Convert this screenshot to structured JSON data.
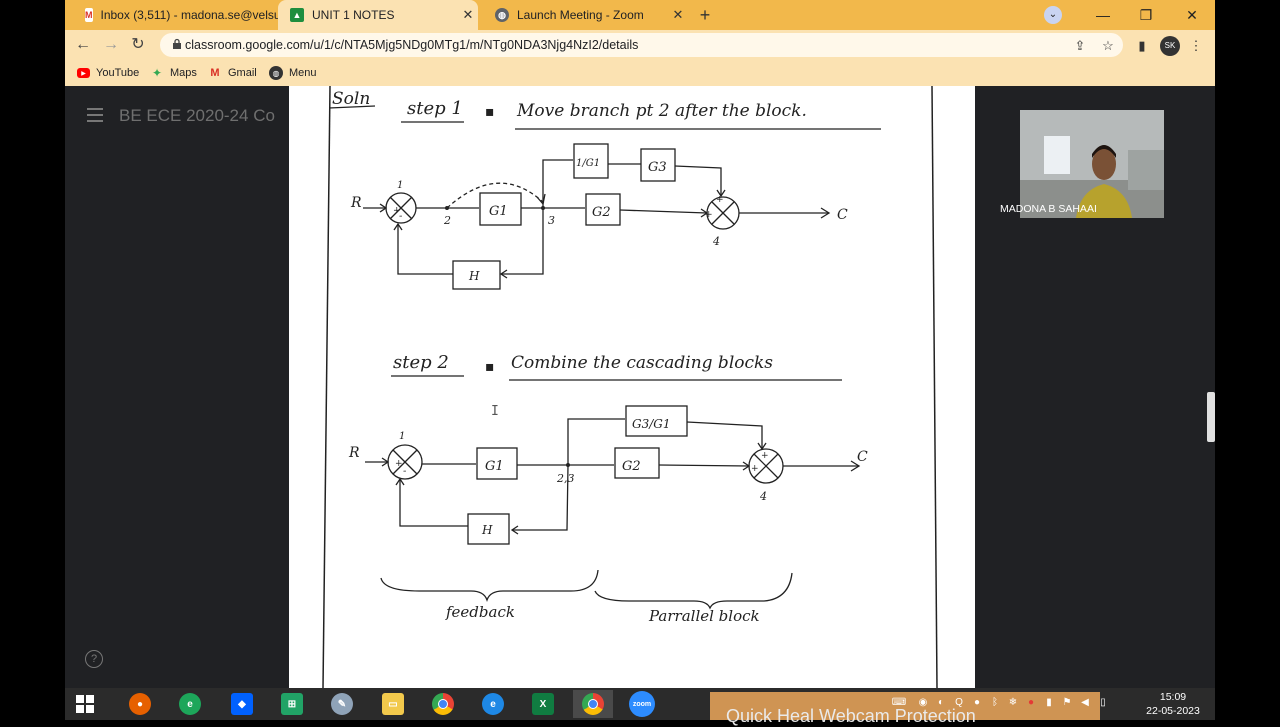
{
  "browser": {
    "tabs": [
      {
        "title": "Inbox (3,511) - madona.se@velsu",
        "active": false
      },
      {
        "title": "UNIT 1 NOTES",
        "active": true
      },
      {
        "title": "Launch Meeting - Zoom",
        "active": false
      }
    ],
    "url": "classroom.google.com/u/1/c/NTA5Mjg5NDg0MTg1/m/NTg0NDA3Njg4NzI2/details",
    "profile_initials": "SK",
    "bookmarks": [
      "YouTube",
      "Maps",
      "Gmail",
      "Menu"
    ]
  },
  "classroom": {
    "course_title": "BE ECE 2020-24 Co"
  },
  "webcam": {
    "participant_name": "MADONA B SAHAAI"
  },
  "notes": {
    "sol_label": "Soln",
    "step1": {
      "title": "step 1",
      "desc": "Move branch pt 2 after the block."
    },
    "step2": {
      "title": "step 2",
      "desc": "Combine the cascading blocks"
    },
    "diagram1": {
      "input": "R",
      "output": "C",
      "blocks": [
        "G1",
        "1/G1",
        "G3",
        "G2",
        "H"
      ],
      "points": [
        "1",
        "2",
        "3",
        "4"
      ]
    },
    "diagram2": {
      "input": "R",
      "output": "C",
      "blocks": [
        "G1",
        "G3/G1",
        "G2",
        "H"
      ],
      "points": [
        "1",
        "2,3",
        "4"
      ]
    },
    "braces": [
      "feedback",
      "Parrallel block"
    ]
  },
  "taskbar": {
    "apps": [
      "Start",
      "Firefox",
      "Edge",
      "Dropbox",
      "Spreadsheet",
      "Paint",
      "File Explorer",
      "Chrome",
      "Internet Explorer",
      "Excel",
      "Chrome (active)",
      "Zoom"
    ],
    "zoom_label": "zoom",
    "time": "15:09",
    "date": "22-05-2023",
    "overlay_text": "Quick Heal Webcam Protection"
  }
}
